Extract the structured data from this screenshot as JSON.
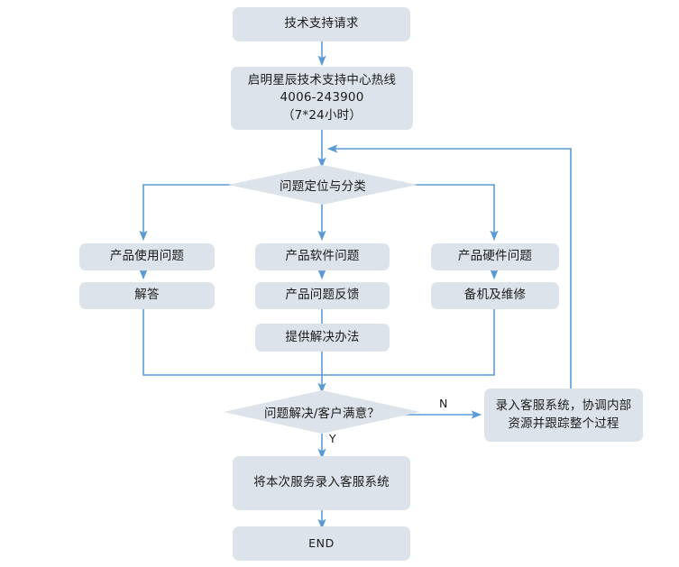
{
  "diagram": {
    "title_text": "技术支持请求",
    "nodes": [
      {
        "id": "request",
        "label": "技术支持请求"
      },
      {
        "id": "hotline",
        "label": "启明星辰技术支持中心热线\n4006-243900\n（7*24小时）"
      },
      {
        "id": "triage",
        "label": "问题定位与分类"
      },
      {
        "id": "usage",
        "label": "产品使用问题"
      },
      {
        "id": "answer",
        "label": "解答"
      },
      {
        "id": "software",
        "label": "产品软件问题"
      },
      {
        "id": "feedback",
        "label": "产品问题反馈"
      },
      {
        "id": "solution",
        "label": "提供解决办法"
      },
      {
        "id": "hardware",
        "label": "产品硬件问题"
      },
      {
        "id": "spare",
        "label": "备机及维修"
      },
      {
        "id": "resolved",
        "label": "问题解决/客户满意？"
      },
      {
        "id": "escalate",
        "label": "录入客服系统，协调内部\n资源并跟踪整个过程"
      },
      {
        "id": "record",
        "label": "将本次服务录入客服系统"
      },
      {
        "id": "end",
        "label": "END"
      }
    ],
    "edge_labels": [
      {
        "id": "no-branch",
        "text": "N"
      },
      {
        "id": "yes-branch",
        "text": "Y"
      }
    ],
    "colors": {
      "node_fill": "#dde3ea",
      "edge_line": "#5b9bd5",
      "text": "#1b1b1b",
      "background": "#ffffff"
    }
  }
}
